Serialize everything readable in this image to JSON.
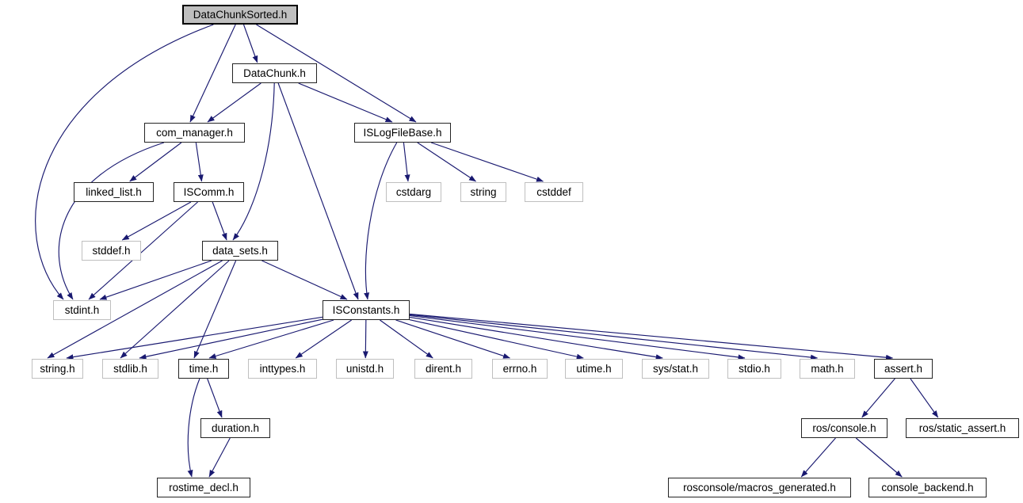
{
  "diagram": {
    "type": "include-dependency-graph",
    "root_file": "DataChunkSorted.h",
    "colors": {
      "edge": "#191970",
      "node_border": "#242424",
      "external_border": "#bfbfbf",
      "root_fill": "#bfbfbf",
      "node_fill": "#ffffff",
      "background": "#ffffff"
    },
    "nodes": {
      "dcs": {
        "label": "DataChunkSorted.h",
        "kind": "root"
      },
      "dc": {
        "label": "DataChunk.h",
        "kind": "internal"
      },
      "cm": {
        "label": "com_manager.h",
        "kind": "internal"
      },
      "islog": {
        "label": "ISLogFileBase.h",
        "kind": "internal"
      },
      "ll": {
        "label": "linked_list.h",
        "kind": "internal"
      },
      "iscomm": {
        "label": "ISComm.h",
        "kind": "internal"
      },
      "cstdarg": {
        "label": "cstdarg",
        "kind": "external"
      },
      "stringhdr": {
        "label": "string",
        "kind": "external"
      },
      "cstddef": {
        "label": "cstddef",
        "kind": "external"
      },
      "stddef": {
        "label": "stddef.h",
        "kind": "external"
      },
      "ds": {
        "label": "data_sets.h",
        "kind": "internal"
      },
      "stdint": {
        "label": "stdint.h",
        "kind": "external"
      },
      "isc": {
        "label": "ISConstants.h",
        "kind": "internal"
      },
      "stringh": {
        "label": "string.h",
        "kind": "external"
      },
      "stdlib": {
        "label": "stdlib.h",
        "kind": "external"
      },
      "time": {
        "label": "time.h",
        "kind": "internal"
      },
      "inttypes": {
        "label": "inttypes.h",
        "kind": "external"
      },
      "unistd": {
        "label": "unistd.h",
        "kind": "external"
      },
      "dirent": {
        "label": "dirent.h",
        "kind": "external"
      },
      "errno": {
        "label": "errno.h",
        "kind": "external"
      },
      "utime": {
        "label": "utime.h",
        "kind": "external"
      },
      "sysstat": {
        "label": "sys/stat.h",
        "kind": "external"
      },
      "stdio": {
        "label": "stdio.h",
        "kind": "external"
      },
      "math": {
        "label": "math.h",
        "kind": "external"
      },
      "assert": {
        "label": "assert.h",
        "kind": "internal"
      },
      "duration": {
        "label": "duration.h",
        "kind": "internal"
      },
      "rosconsole": {
        "label": "ros/console.h",
        "kind": "internal"
      },
      "rosstatic": {
        "label": "ros/static_assert.h",
        "kind": "internal"
      },
      "rostime": {
        "label": "rostime_decl.h",
        "kind": "internal"
      },
      "macros": {
        "label": "rosconsole/macros_generated.h",
        "kind": "internal"
      },
      "backend": {
        "label": "console_backend.h",
        "kind": "internal"
      }
    },
    "edges": [
      {
        "from": "dcs",
        "to": "dc"
      },
      {
        "from": "dcs",
        "to": "cm",
        "ex": 240
      },
      {
        "from": "dcs",
        "to": "islog",
        "ex": 525
      },
      {
        "from": "dcs",
        "to": "stdint",
        "via": [
          [
            30,
            120
          ],
          [
            10,
            300
          ]
        ],
        "ex": 80
      },
      {
        "from": "dc",
        "to": "cm",
        "ex": 262
      },
      {
        "from": "dc",
        "to": "islog",
        "ex": 495
      },
      {
        "from": "dc",
        "to": "ds",
        "via": [
          [
            344,
            200
          ],
          [
            318,
            272
          ]
        ],
        "ex": 294
      },
      {
        "from": "dc",
        "to": "isc",
        "ex": 452
      },
      {
        "from": "cm",
        "to": "ll"
      },
      {
        "from": "cm",
        "to": "iscomm"
      },
      {
        "from": "cm",
        "to": "stdint",
        "via": [
          [
            68,
            225
          ],
          [
            55,
            320
          ]
        ],
        "ex": 92
      },
      {
        "from": "iscomm",
        "to": "stddef"
      },
      {
        "from": "iscomm",
        "to": "ds",
        "ex": 286
      },
      {
        "from": "iscomm",
        "to": "stdint",
        "ex": 112
      },
      {
        "from": "islog",
        "to": "cstdarg"
      },
      {
        "from": "islog",
        "to": "stringhdr"
      },
      {
        "from": "islog",
        "to": "cstddef"
      },
      {
        "from": "islog",
        "to": "isc",
        "via": [
          [
            466,
            240
          ],
          [
            456,
            330
          ]
        ],
        "ex": 464
      },
      {
        "from": "ds",
        "to": "stdint",
        "ex": 126
      },
      {
        "from": "ds",
        "to": "stringh",
        "ex": 60
      },
      {
        "from": "ds",
        "to": "stdlib",
        "ex": 152
      },
      {
        "from": "ds",
        "to": "time",
        "ex": 245
      },
      {
        "from": "ds",
        "to": "isc",
        "ex": 438
      },
      {
        "from": "isc",
        "to": "stringh",
        "ex": 84
      },
      {
        "from": "isc",
        "to": "stdlib",
        "ex": 176
      },
      {
        "from": "isc",
        "to": "time",
        "ex": 264
      },
      {
        "from": "isc",
        "to": "inttypes"
      },
      {
        "from": "isc",
        "to": "unistd"
      },
      {
        "from": "isc",
        "to": "dirent"
      },
      {
        "from": "isc",
        "to": "errno"
      },
      {
        "from": "isc",
        "to": "utime"
      },
      {
        "from": "isc",
        "to": "sysstat"
      },
      {
        "from": "isc",
        "to": "stdio"
      },
      {
        "from": "isc",
        "to": "math"
      },
      {
        "from": "isc",
        "to": "assert"
      },
      {
        "from": "time",
        "to": "duration"
      },
      {
        "from": "time",
        "to": "rostime",
        "via": [
          [
            237,
            515
          ],
          [
            233,
            565
          ]
        ],
        "ex": 242
      },
      {
        "from": "duration",
        "to": "rostime",
        "ex": 264
      },
      {
        "from": "assert",
        "to": "rosconsole"
      },
      {
        "from": "assert",
        "to": "rosstatic"
      },
      {
        "from": "rosconsole",
        "to": "macros"
      },
      {
        "from": "rosconsole",
        "to": "backend"
      }
    ]
  }
}
